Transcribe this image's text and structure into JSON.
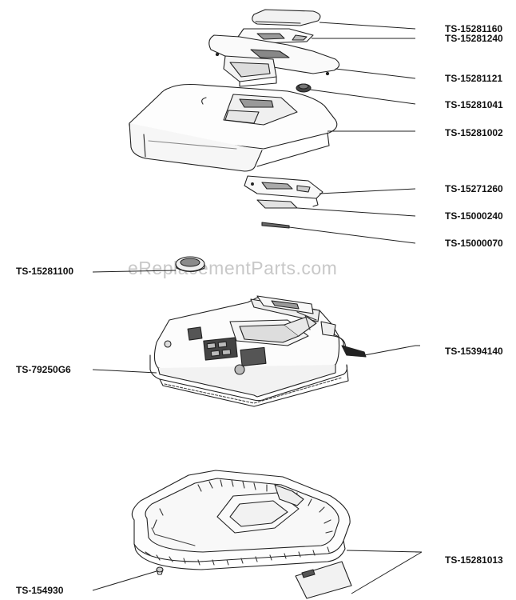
{
  "watermark": "eReplacementParts.com",
  "part_labels": {
    "p1": "TS-15281160",
    "p2": "TS-15281240",
    "p3": "TS-15281121",
    "p4": "TS-15281041",
    "p5": "TS-15281002",
    "p6": "TS-15271260",
    "p7": "TS-15000240",
    "p8": "TS-15000070",
    "p9": "TS-15281100",
    "p10": "TS-15394140",
    "p11": "TS-79250G6",
    "p12": "TS-15281013",
    "p13": "TS-154930"
  }
}
